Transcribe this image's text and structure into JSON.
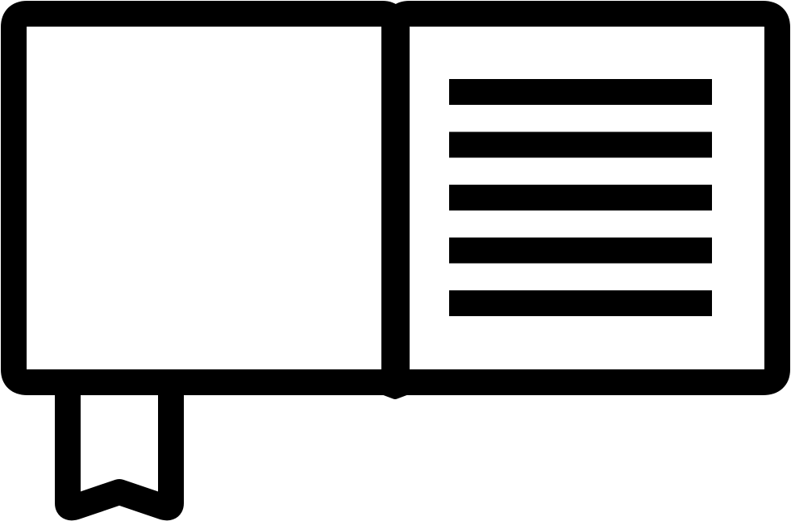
{
  "icon": {
    "name": "open-book-with-bookmark-icon",
    "parts": [
      "left-page",
      "right-page",
      "text-lines",
      "bookmark-ribbon"
    ],
    "text_line_count": 5
  },
  "colors": {
    "stroke": "#000000",
    "fill": "#ffffff",
    "background": "#ffffff"
  }
}
